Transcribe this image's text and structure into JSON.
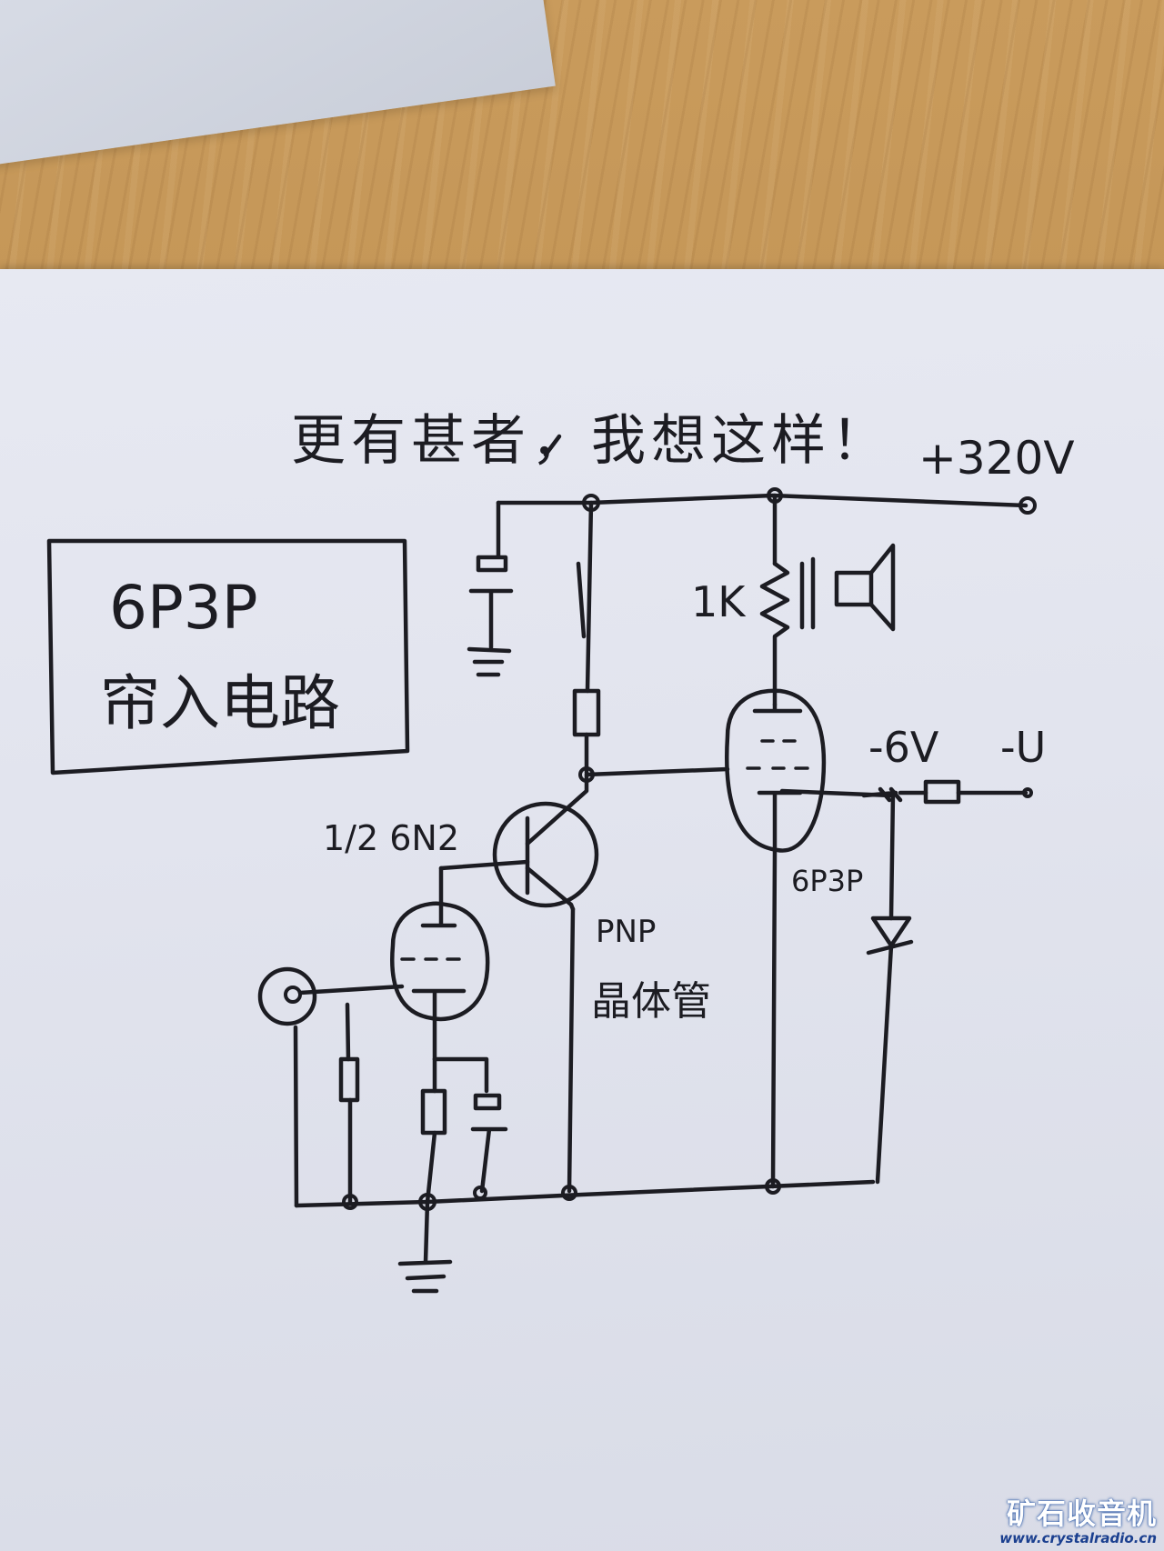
{
  "title": "更有甚者，我想这样！",
  "supply_label": "+320V",
  "box_label": {
    "line1": "6P3P",
    "line2": "帘入电路"
  },
  "labels": {
    "resistor_1k": "1K",
    "neg_6v": "-6V",
    "neg_u": "-U",
    "half_6n2": "1/2 6N2",
    "tube_6p3p": "6P3P",
    "pnp_line1": "PNP",
    "pnp_line2": "晶体管"
  },
  "watermark": {
    "name": "矿石收音机",
    "url": "www.crystalradio.cn"
  }
}
